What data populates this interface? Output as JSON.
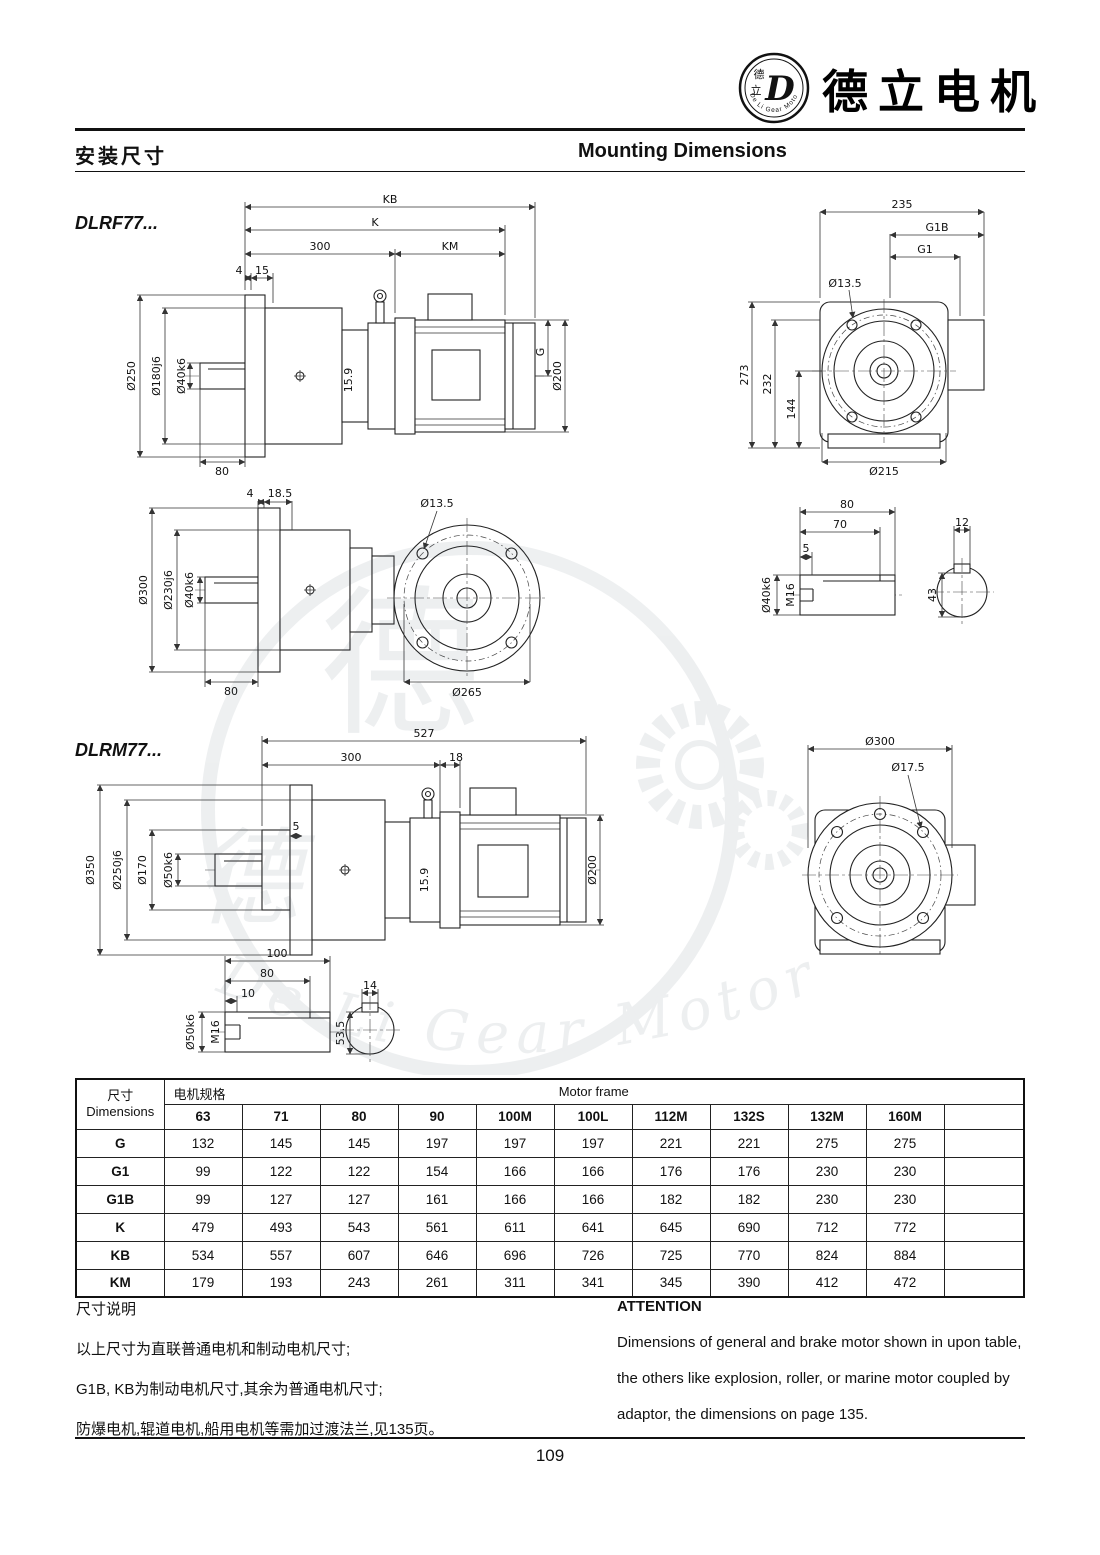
{
  "header": {
    "brand": "德立电机",
    "logo_char_top": "德",
    "logo_char_bottom": "立",
    "logo_letter": "D",
    "logo_ring_text": "De Li Gear Motor"
  },
  "title": {
    "cn": "安装尺寸",
    "en": "Mounting Dimensions"
  },
  "watermark": {
    "char": "德",
    "text": "De Li Gear Motor"
  },
  "models": {
    "dlrf": "DLRF77...",
    "dlrm": "DLRM77..."
  },
  "dlrf_side": {
    "kb": "KB",
    "k": "K",
    "len300": "300",
    "km": "KM",
    "n4": "4",
    "n15": "15",
    "dia250": "Ø250",
    "dia180": "Ø180j6",
    "dia40": "Ø40k6",
    "n159": "15.9",
    "n80": "80",
    "g": "G",
    "dia200": "Ø200"
  },
  "dlrf_front": {
    "n235": "235",
    "g1b": "G1B",
    "g1": "G1",
    "dia135": "Ø13.5",
    "n273": "273",
    "n232": "232",
    "n144": "144",
    "dia215": "Ø215"
  },
  "flange_side": {
    "n4": "4",
    "n185": "18.5",
    "dia300": "Ø300",
    "dia230": "Ø230j6",
    "dia40": "Ø40k6",
    "n80": "80"
  },
  "flange_front": {
    "dia135": "Ø13.5",
    "dia265": "Ø265"
  },
  "shaft40": {
    "n80": "80",
    "n70": "70",
    "n5": "5",
    "m16": "M16",
    "dia40": "Ø40k6"
  },
  "shaft40_end": {
    "n12": "12",
    "n43": "43"
  },
  "dlrm_side": {
    "n527": "527",
    "n300": "300",
    "n18": "18",
    "dia350": "Ø350",
    "dia250": "Ø250j6",
    "dia170": "Ø170",
    "dia50": "Ø50k6",
    "n5": "5",
    "n159": "15.9",
    "dia200": "Ø200"
  },
  "dlrm_front": {
    "dia300": "Ø300",
    "dia175": "Ø17.5"
  },
  "shaft50": {
    "n100": "100",
    "n80": "80",
    "n10": "10",
    "m16": "M16",
    "dia50": "Ø50k6"
  },
  "shaft50_end": {
    "n14": "14",
    "n535": "53.5"
  },
  "table": {
    "dim_cn": "尺寸",
    "dim_en": "Dimensions",
    "spec_cn": "电机规格",
    "frame_en": "Motor frame",
    "columns": [
      "63",
      "71",
      "80",
      "90",
      "100M",
      "100L",
      "112M",
      "132S",
      "132M",
      "160M"
    ],
    "rows": [
      {
        "label": "G",
        "values": [
          "132",
          "145",
          "145",
          "197",
          "197",
          "197",
          "221",
          "221",
          "275",
          "275"
        ]
      },
      {
        "label": "G1",
        "values": [
          "99",
          "122",
          "122",
          "154",
          "166",
          "166",
          "176",
          "176",
          "230",
          "230"
        ]
      },
      {
        "label": "G1B",
        "values": [
          "99",
          "127",
          "127",
          "161",
          "166",
          "166",
          "182",
          "182",
          "230",
          "230"
        ]
      },
      {
        "label": "K",
        "values": [
          "479",
          "493",
          "543",
          "561",
          "611",
          "641",
          "645",
          "690",
          "712",
          "772"
        ]
      },
      {
        "label": "KB",
        "values": [
          "534",
          "557",
          "607",
          "646",
          "696",
          "726",
          "725",
          "770",
          "824",
          "884"
        ]
      },
      {
        "label": "KM",
        "values": [
          "179",
          "193",
          "243",
          "261",
          "311",
          "341",
          "345",
          "390",
          "412",
          "472"
        ]
      }
    ]
  },
  "notes": {
    "cn_title": "尺寸说明",
    "cn_lines": [
      "以上尺寸为直联普通电机和制动电机尺寸;",
      "G1B, KB为制动电机尺寸,其余为普通电机尺寸;",
      "防爆电机,辊道电机,船用电机等需加过渡法兰,见135页。"
    ],
    "en_title": "ATTENTION",
    "en_lines": [
      "Dimensions of general and brake motor shown in upon table,",
      "the others like explosion, roller, or marine motor coupled by",
      "adaptor, the dimensions on page 135."
    ]
  },
  "footer": {
    "page": "109"
  }
}
